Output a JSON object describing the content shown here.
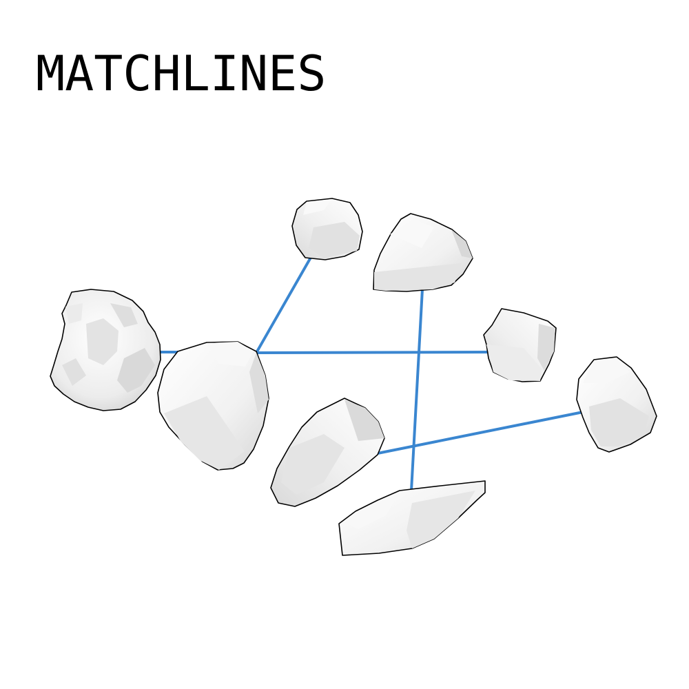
{
  "title": "MATCHLINES",
  "colors": {
    "background": "#ffffff",
    "title": "#000000",
    "matchline": "#3a86d0",
    "rock_fill": "#f4f4f4",
    "rock_shade": "#dcdcdc",
    "rock_outline": "#000000"
  },
  "icons": {
    "rock": "rock-shape",
    "line": "blue-connector-line"
  }
}
